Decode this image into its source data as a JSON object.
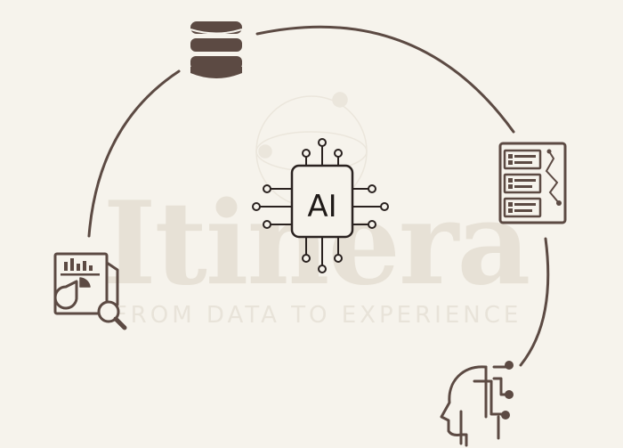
{
  "watermark": {
    "brand": "Itinera",
    "tagline": "FROM DATA TO EXPERIENCE"
  },
  "center": {
    "chip_label": "AI"
  },
  "nodes": [
    {
      "id": "database",
      "icon": "database-icon"
    },
    {
      "id": "report",
      "icon": "report-document-icon"
    },
    {
      "id": "ai-head",
      "icon": "ai-head-icon"
    },
    {
      "id": "analytics",
      "icon": "analytics-search-icon"
    }
  ],
  "colors": {
    "background": "#f6f3ec",
    "stroke": "#5c4a43",
    "icon_fill": "#5c4a43",
    "watermark": "#e7e1d6"
  }
}
